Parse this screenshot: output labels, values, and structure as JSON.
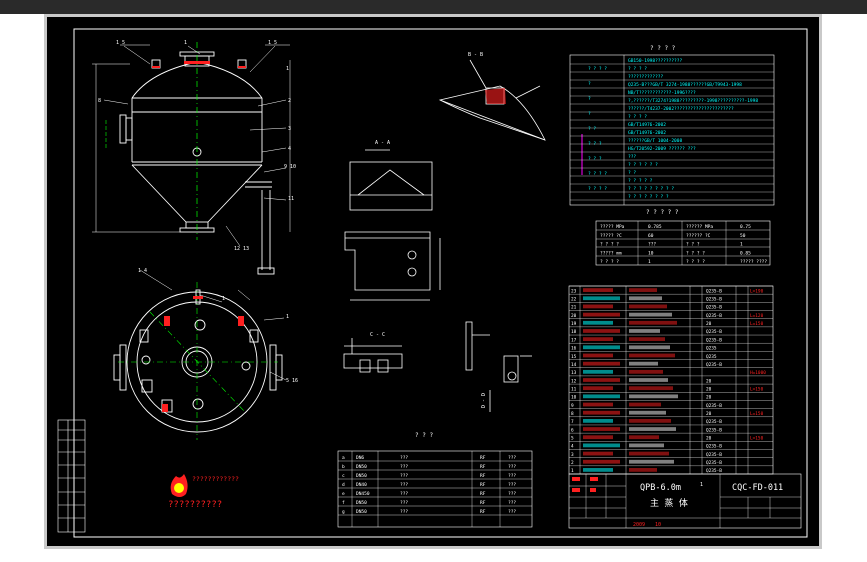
{
  "drawing": {
    "spec_header": "? ? ? ?",
    "spec_rows": [
      "GB150-1998??????????",
      "? ? ? ?",
      "?????????????",
      "Q235-B???GB/T 3274-1988??????GB/T9943-1998",
      "NB/T????????????-1996????",
      "?,??????/T3274?1988?????????-1998??????????-1998",
      "??????/T4237-2002??????????????????????",
      "? ? ? ?",
      "GB/T14976-2002",
      "GB/T14976-2002",
      "??????GB/T 1004-2008",
      "HG/T20592-2009 ?????? ???",
      "???",
      "? ? ? ? ? ?",
      "? ?",
      "? ? ? ? ?",
      "? ? ? ? ? ? ? ? ?",
      "? ? ? ? ? ? ? ?"
    ],
    "spec_left_labels": [
      "? ? ? ?",
      "?",
      "?",
      "?",
      "? ?",
      "? ? ?",
      "? ? ?",
      "? ? ? ?",
      "? ? ? ?"
    ],
    "params_header": "? ? ? ? ?",
    "params_rows": [
      [
        "????? MPa",
        "0.785",
        "?????? MPa",
        "0.75"
      ],
      [
        "????? ?C",
        "60",
        "?????? ?C",
        "50"
      ],
      [
        "? ? ? ?",
        "???",
        "? ? ?",
        "1"
      ],
      [
        "????? mm",
        "10",
        "? ? ? ?",
        "0.85"
      ],
      [
        "? ? ? ?",
        "1",
        "? ? ? ?",
        "????? ????"
      ]
    ],
    "nozzle_header": "? ? ?",
    "nozzle_rows": [
      [
        "a",
        "DN6",
        "???",
        "RF",
        "???"
      ],
      [
        "b",
        "DN50",
        "???",
        "RF",
        "???"
      ],
      [
        "c",
        "DN50",
        "???",
        "RF",
        "???"
      ],
      [
        "d",
        "DN40",
        "???",
        "RF",
        "???"
      ],
      [
        "e",
        "DN450",
        "???",
        "RF",
        "???"
      ],
      [
        "f",
        "DN50",
        "???",
        "RF",
        "???"
      ],
      [
        "g",
        "DN50",
        "???",
        "RF",
        "???"
      ]
    ],
    "bom_rows": [
      [
        "23",
        "Q235-B",
        "L=190"
      ],
      [
        "22",
        "Q235-B",
        ""
      ],
      [
        "21",
        "Q235-B",
        ""
      ],
      [
        "20",
        "Q235-B",
        "L=120"
      ],
      [
        "19",
        "20",
        "L=150"
      ],
      [
        "18",
        "Q235-B",
        ""
      ],
      [
        "17",
        "Q235-B",
        ""
      ],
      [
        "16",
        "Q235",
        ""
      ],
      [
        "15",
        "Q235",
        ""
      ],
      [
        "14",
        "Q235-B",
        ""
      ],
      [
        "13",
        "",
        "H=1000"
      ],
      [
        "12",
        "20",
        ""
      ],
      [
        "11",
        "20",
        "L=150"
      ],
      [
        "10",
        "20",
        ""
      ],
      [
        "9",
        "Q235-B",
        ""
      ],
      [
        "8",
        "20",
        "L=150"
      ],
      [
        "7",
        "Q235-B",
        ""
      ],
      [
        "6",
        "Q235-B",
        ""
      ],
      [
        "5",
        "20",
        "L=150"
      ],
      [
        "4",
        "Q235-B",
        ""
      ],
      [
        "3",
        "Q235-B",
        ""
      ],
      [
        "2",
        "Q235-B",
        ""
      ],
      [
        "1",
        "Q235-B",
        ""
      ]
    ],
    "title_name": "QPB-6.0m",
    "title_number": "1",
    "title_sub": "主  蒸 体",
    "drawing_number": "CQC-FD-011",
    "title_year": "2009",
    "title_month": "10",
    "company_text": "????????????",
    "company_text2": "??????????",
    "colors": {
      "background": "#000000",
      "frame": "#c9c9c9",
      "line_white": "#ffffff",
      "accent_red": "#ff2020",
      "accent_cyan": "#00ffff",
      "accent_magenta": "#ff00ff",
      "accent_green": "#00ff00",
      "accent_yellow": "#ffff00"
    }
  }
}
